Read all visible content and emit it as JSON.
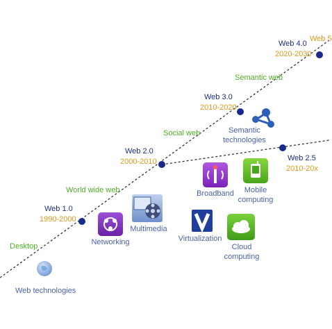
{
  "timeline": {
    "main_line_stages": [
      {
        "era": "Web 1.0",
        "years": "1990-2000"
      },
      {
        "era": "Web 2.0",
        "years": "2000-2010"
      },
      {
        "era": "Web 3.0",
        "years": "2010-2020"
      },
      {
        "era": "Web 4.0",
        "years": "2020-2030"
      }
    ],
    "branch_stage": {
      "era": "Web 2.5",
      "years": "2010-20x"
    },
    "phases": [
      "Desktop",
      "World wide web",
      "Social web",
      "Semantic web"
    ],
    "cut_off_label": "Web 5"
  },
  "technologies": [
    {
      "label": "Web technologies",
      "icon": "globe-icon"
    },
    {
      "label": "Networking",
      "icon": "network-icon"
    },
    {
      "label": "Multimedia",
      "icon": "film-reel-icon"
    },
    {
      "label": "Virtualization",
      "icon": "v-letter-icon"
    },
    {
      "label": "Cloud computing",
      "icon": "cloud-icon"
    },
    {
      "label": "Broadband",
      "icon": "antenna-icon"
    },
    {
      "label": "Mobile computing",
      "icon": "mobile-icon"
    },
    {
      "label": "Semantic technologies",
      "icon": "nodes-icon"
    }
  ],
  "colors": {
    "era": "#1b2f7a",
    "years": "#d99a1a",
    "phase": "#4caf23",
    "tech_label": "#4a62a8",
    "dot": "#1a2a8a"
  }
}
